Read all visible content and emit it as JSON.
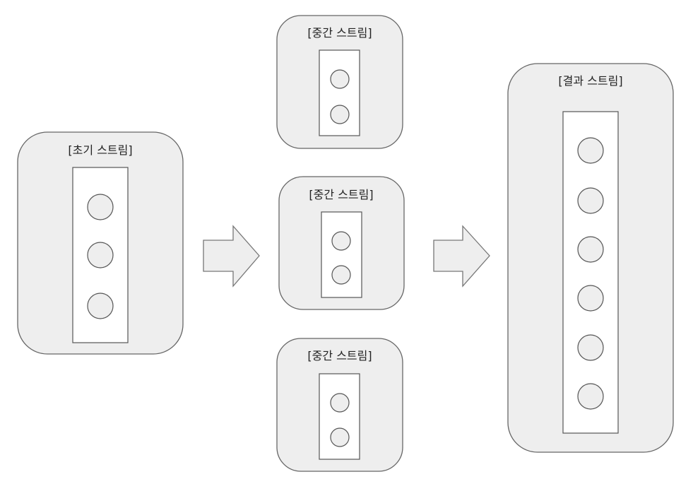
{
  "initial_stream": {
    "label": "[초기 스트림]",
    "item_count": 3
  },
  "intermediate_streams": [
    {
      "label": "[중간 스트림]",
      "item_count": 2
    },
    {
      "label": "[중간 스트림]",
      "item_count": 2
    },
    {
      "label": "[중간 스트림]",
      "item_count": 2
    }
  ],
  "result_stream": {
    "label": "[결과 스트림]",
    "item_count": 6
  },
  "colors": {
    "box_fill": "#eeeeee",
    "stroke": "#666666",
    "inner_fill": "#ffffff"
  }
}
